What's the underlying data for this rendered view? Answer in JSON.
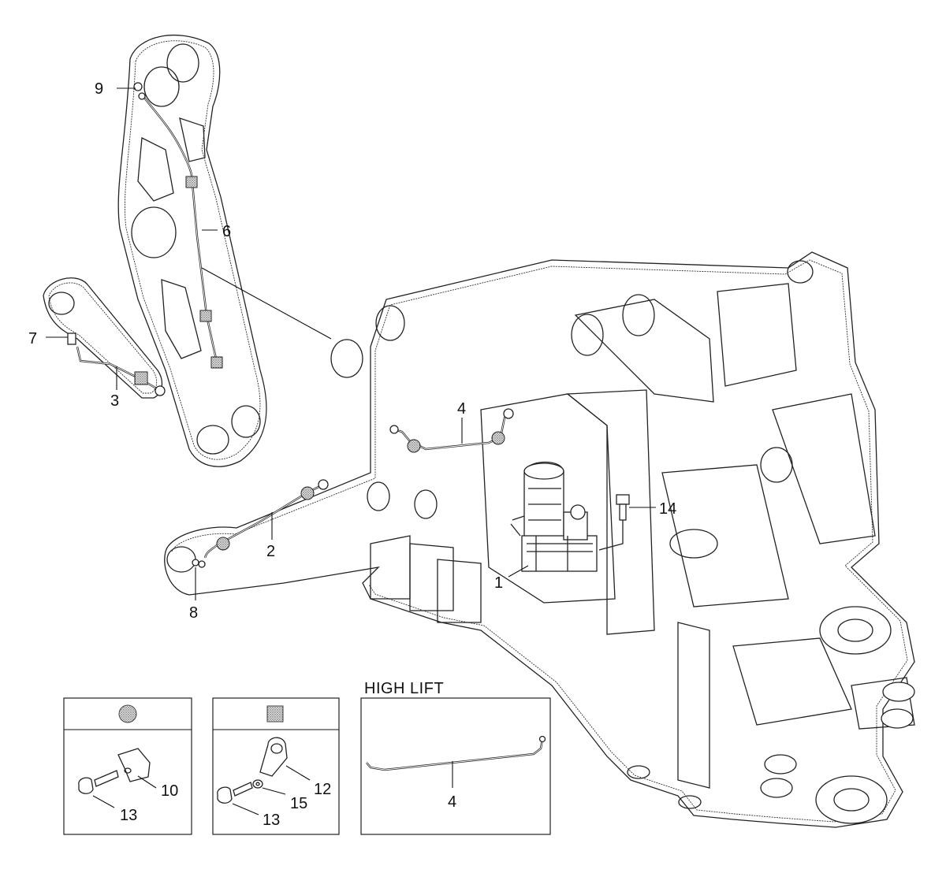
{
  "callouts": {
    "c1": "1",
    "c2": "2",
    "c3": "3",
    "c4": "4",
    "c6": "6",
    "c7": "7",
    "c8": "8",
    "c9": "9",
    "c14": "14"
  },
  "inset_round_clamp": {
    "c10": "10",
    "c13": "13"
  },
  "inset_square_clamp": {
    "c12": "12",
    "c15": "15",
    "c13": "13"
  },
  "inset_high_lift": {
    "title": "HIGH LIFT",
    "c4": "4"
  },
  "symbols": {
    "round": "stippled-circle-symbol",
    "square": "stippled-square-symbol"
  }
}
